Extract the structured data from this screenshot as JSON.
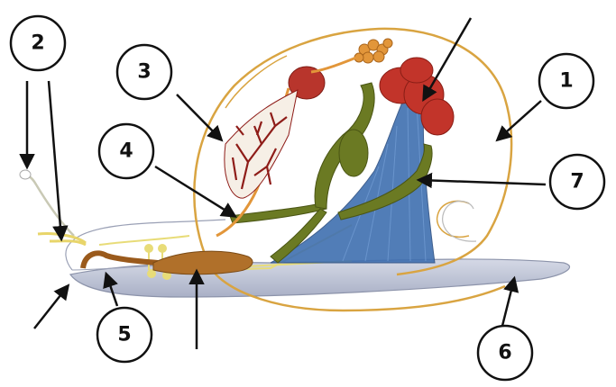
{
  "diagram": {
    "labels": [
      "1",
      "2",
      "3",
      "4",
      "5",
      "6",
      "7"
    ],
    "colors": {
      "shell_outline": "#d9a441",
      "foot": "#b9bfd2",
      "kidney_nephridium": "#b8352c",
      "lung_network": "#8e1c18",
      "digestive_gland": "#c2342a",
      "gonad": "#e2963a",
      "intestine": "#6b7a23",
      "columellar_muscle": "#3f6fb0",
      "pharynx": "#9a5a1c",
      "nerves": "#e8dc78"
    }
  }
}
